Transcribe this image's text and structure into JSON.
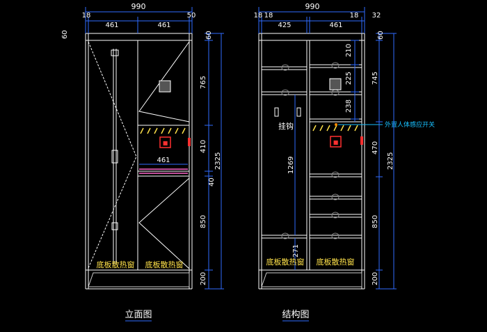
{
  "colors": {
    "background": "#000000",
    "outline": "#ffffff",
    "dimension": "#2f6bff",
    "tag": "#ffe24a",
    "socket": "#ff3030",
    "pink": "#ff66cc",
    "cyan_label": "#18c0ff",
    "title": "#ffffff"
  },
  "left_drawing": {
    "title": "立面图",
    "top_dims": {
      "total": "990",
      "left_side": "18",
      "right_side": "50",
      "left_door": "461",
      "right_door": "461"
    },
    "right_dims": {
      "top": "60",
      "d1": "765",
      "d2": "410",
      "d3": "40",
      "d4": "850",
      "d5": "200",
      "total": "2325"
    },
    "inner_dim": "461",
    "vent_labels": [
      "底板散热窗",
      "底板散热窗"
    ]
  },
  "right_drawing": {
    "title": "结构图",
    "top_dims": {
      "total": "990",
      "left_side": "18",
      "left_side2": "18",
      "right_side": "18",
      "right_side2": "32",
      "left_bay": "425",
      "right_bay": "461"
    },
    "right_dims": {
      "top": "60",
      "d1": "745",
      "d2": "470",
      "d3": "850",
      "d4": "200",
      "total": "2325"
    },
    "inner_dims": {
      "a": "210",
      "b": "225",
      "c": "238",
      "rod_height": "1269",
      "bottom": "271"
    },
    "hook_label": "挂钩",
    "sensor_label": "外置人体感应开关",
    "vent_labels": [
      "底板散热窗",
      "底板散热窗"
    ]
  },
  "icons": {
    "socket": "power-socket-icon",
    "knob": "drawer-knob-icon",
    "switch": "grid-switch-icon"
  }
}
